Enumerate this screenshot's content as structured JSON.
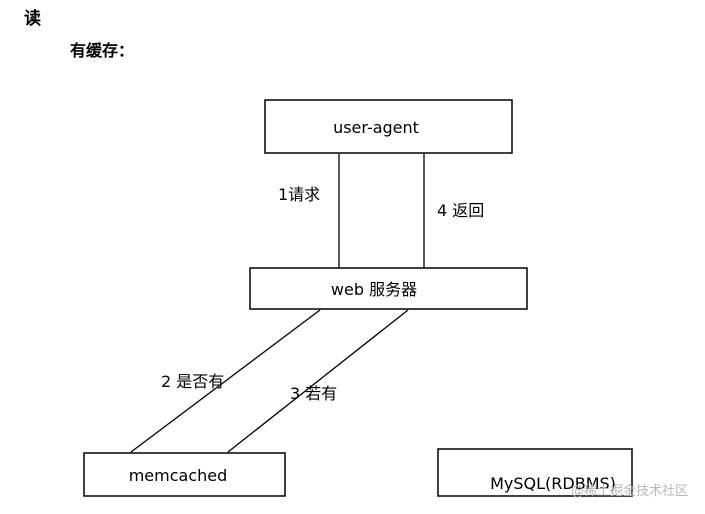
{
  "heading": "读",
  "subheading": "有缓存：",
  "nodes": {
    "user_agent": "user-agent",
    "web_server": "web 服务器",
    "memcached": "memcached",
    "mysql": "MySQL(RDBMS)"
  },
  "edges": {
    "request": "1请求",
    "return": "4 返回",
    "check": "2 是否有",
    "if_exists": "3 若有"
  },
  "watermark": "@稀土掘金技术社区"
}
